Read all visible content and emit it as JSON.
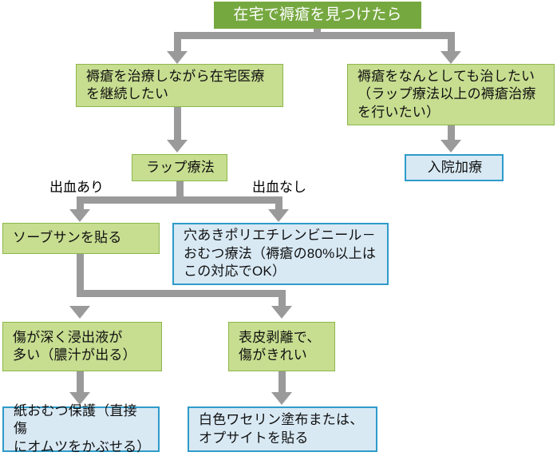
{
  "diagram": {
    "title_node": {
      "text": "在宅で褥瘡を見つけたら"
    },
    "nodes": {
      "home_care": {
        "text": "褥瘡を治療しながら在宅医療\nを継続したい"
      },
      "cure_strong": {
        "text": "褥瘡をなんとしても治したい\n（ラップ療法以上の褥瘡治療\nを行いたい）"
      },
      "hospital": {
        "text": "入院加療"
      },
      "wrap_therapy": {
        "text": "ラップ療法"
      },
      "sorbsan": {
        "text": "ソーブサンを貼る"
      },
      "polyethylene": {
        "text": "穴あきポリエチレンビニール－\nおむつ療法（褥瘡の80%以上は\nこの対応でOK）"
      },
      "deep_wound": {
        "text": "傷が深く浸出液が\n多い（膿汁が出る）"
      },
      "epidermal": {
        "text": "表皮剥離で、\n傷がきれい"
      },
      "diaper_protect": {
        "text": "紙おむつ保護（直接傷\nにオムツをかぶせる）"
      },
      "vaseline": {
        "text": "白色ワセリン塗布または、\nオプサイトを貼る"
      }
    },
    "edge_labels": {
      "bleeding_yes": "出血あり",
      "bleeding_no": "出血なし"
    },
    "colors": {
      "header_fill": "#76a840",
      "header_text": "#ffffff",
      "green_fill": "#c7dd90",
      "green_border": "#8cb74b",
      "blue_fill": "#d8e9f4",
      "blue_border": "#2e9bc9",
      "connector": "#9a9a9a",
      "text": "#101010",
      "background": "#ffffff"
    }
  }
}
